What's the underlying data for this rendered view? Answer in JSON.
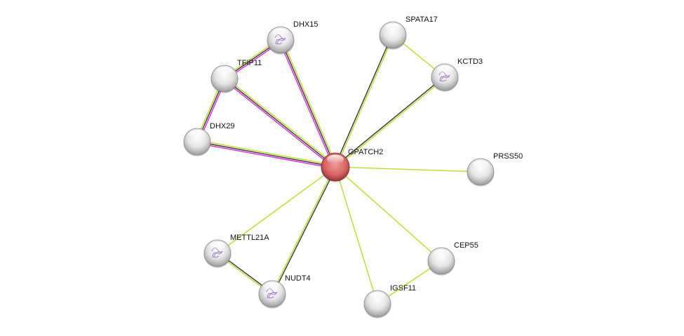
{
  "evidence_colors": {
    "experiments": "#e020e0",
    "coexpression": "#333333",
    "textmining": "#b8dc28"
  },
  "nodes": [
    {
      "id": "GPATCH2",
      "label": "GPATCH2",
      "query": true,
      "structure": false
    },
    {
      "id": "DHX15",
      "label": "DHX15",
      "query": false,
      "structure": true
    },
    {
      "id": "TFIP11",
      "label": "TFIP11",
      "query": false,
      "structure": false
    },
    {
      "id": "DHX29",
      "label": "DHX29",
      "query": false,
      "structure": false
    },
    {
      "id": "SPATA17",
      "label": "SPATA17",
      "query": false,
      "structure": false
    },
    {
      "id": "KCTD3",
      "label": "KCTD3",
      "query": false,
      "structure": true
    },
    {
      "id": "PRSS50",
      "label": "PRSS50",
      "query": false,
      "structure": false
    },
    {
      "id": "CEP55",
      "label": "CEP55",
      "query": false,
      "structure": false
    },
    {
      "id": "IGSF11",
      "label": "IGSF11",
      "query": false,
      "structure": false
    },
    {
      "id": "NUDT4",
      "label": "NUDT4",
      "query": false,
      "structure": true
    },
    {
      "id": "METTL21A",
      "label": "METTL21A",
      "query": false,
      "structure": true
    }
  ],
  "edges": [
    {
      "from": "GPATCH2",
      "to": "DHX15",
      "evidence": [
        "experiments",
        "coexpression",
        "textmining"
      ]
    },
    {
      "from": "GPATCH2",
      "to": "TFIP11",
      "evidence": [
        "experiments",
        "coexpression",
        "textmining"
      ]
    },
    {
      "from": "GPATCH2",
      "to": "DHX29",
      "evidence": [
        "experiments",
        "coexpression",
        "textmining"
      ]
    },
    {
      "from": "GPATCH2",
      "to": "SPATA17",
      "evidence": [
        "coexpression",
        "textmining"
      ]
    },
    {
      "from": "GPATCH2",
      "to": "KCTD3",
      "evidence": [
        "coexpression",
        "textmining"
      ]
    },
    {
      "from": "GPATCH2",
      "to": "PRSS50",
      "evidence": [
        "textmining"
      ]
    },
    {
      "from": "GPATCH2",
      "to": "CEP55",
      "evidence": [
        "textmining"
      ]
    },
    {
      "from": "GPATCH2",
      "to": "IGSF11",
      "evidence": [
        "textmining"
      ]
    },
    {
      "from": "GPATCH2",
      "to": "NUDT4",
      "evidence": [
        "coexpression",
        "textmining"
      ]
    },
    {
      "from": "GPATCH2",
      "to": "METTL21A",
      "evidence": [
        "textmining"
      ]
    },
    {
      "from": "DHX15",
      "to": "TFIP11",
      "evidence": [
        "experiments",
        "coexpression",
        "textmining"
      ]
    },
    {
      "from": "TFIP11",
      "to": "DHX29",
      "evidence": [
        "experiments",
        "coexpression",
        "textmining"
      ]
    },
    {
      "from": "SPATA17",
      "to": "KCTD3",
      "evidence": [
        "textmining"
      ]
    },
    {
      "from": "CEP55",
      "to": "IGSF11",
      "evidence": [
        "textmining"
      ]
    },
    {
      "from": "METTL21A",
      "to": "NUDT4",
      "evidence": [
        "coexpression",
        "textmining"
      ]
    }
  ]
}
